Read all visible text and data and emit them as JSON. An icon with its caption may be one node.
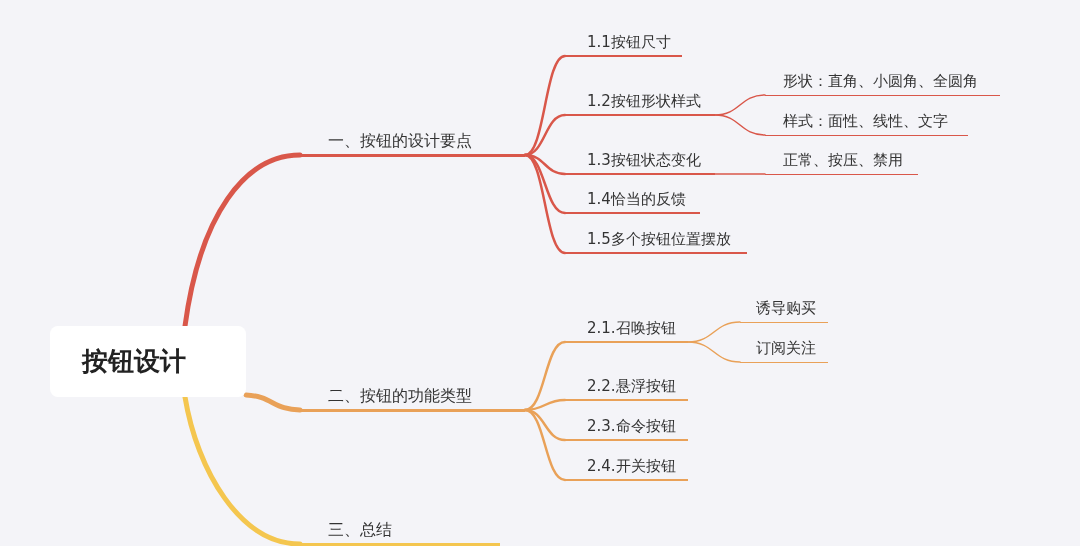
{
  "diagram": {
    "nodes": [
      {
        "text": [
          "按钮设计"
        ]
      },
      {
        "text": [
          "一、按钮的设计要点"
        ]
      },
      {
        "text": [
          "1.1按钮尺寸"
        ]
      },
      {
        "text": [
          "1.2按钮形状样式"
        ]
      },
      {
        "text": [
          "形状：直角、小圆角、全圆角"
        ]
      },
      {
        "text": [
          "样式：面性、线性、文字"
        ]
      },
      {
        "text": [
          "1.3按钮状态变化"
        ]
      },
      {
        "text": [
          "正常、按压、禁用"
        ]
      },
      {
        "text": [
          "1.4恰当的反馈"
        ]
      },
      {
        "text": [
          "1.5多个按钮位置摆放"
        ]
      },
      {
        "text": [
          "二、按钮的功能类型"
        ]
      },
      {
        "text": [
          "2.1.召唤按钮"
        ]
      },
      {
        "text": [
          "诱导购买"
        ]
      },
      {
        "text": [
          "订阅关注"
        ]
      },
      {
        "text": [
          "2.2.悬浮按钮"
        ]
      },
      {
        "text": [
          "2.3.命令按钮"
        ]
      },
      {
        "text": [
          "2.4.开关按钮"
        ]
      },
      {
        "text": [
          "三、总结"
        ]
      }
    ],
    "edges": [
      {
        "from": 0,
        "to": 1,
        "arrow": "none",
        "style": "thick"
      },
      {
        "from": 1,
        "to": 2,
        "arrow": "none"
      },
      {
        "from": 1,
        "to": 3,
        "arrow": "none"
      },
      {
        "from": 1,
        "to": 6,
        "arrow": "none"
      },
      {
        "from": 1,
        "to": 8,
        "arrow": "none"
      },
      {
        "from": 1,
        "to": 9,
        "arrow": "none"
      },
      {
        "from": 3,
        "to": 4,
        "arrow": "none"
      },
      {
        "from": 3,
        "to": 5,
        "arrow": "none"
      },
      {
        "from": 6,
        "to": 7,
        "arrow": "none"
      },
      {
        "from": 0,
        "to": 10,
        "arrow": "none",
        "style": "thick",
        "color": "#e9a158"
      },
      {
        "from": 10,
        "to": 11,
        "arrow": "none",
        "color": "#e9a158"
      },
      {
        "from": 10,
        "to": 14,
        "arrow": "none",
        "color": "#e9a158"
      },
      {
        "from": 10,
        "to": 15,
        "arrow": "none",
        "color": "#e9a158"
      },
      {
        "from": 10,
        "to": 16,
        "arrow": "none",
        "color": "#e9a158"
      },
      {
        "from": 11,
        "to": 12,
        "arrow": "none",
        "color": "#e9a158"
      },
      {
        "from": 11,
        "to": 13,
        "arrow": "none",
        "color": "#e9a158"
      },
      {
        "from": 0,
        "to": 17,
        "arrow": "none",
        "style": "thick",
        "color": "#f4c64f"
      }
    ]
  }
}
